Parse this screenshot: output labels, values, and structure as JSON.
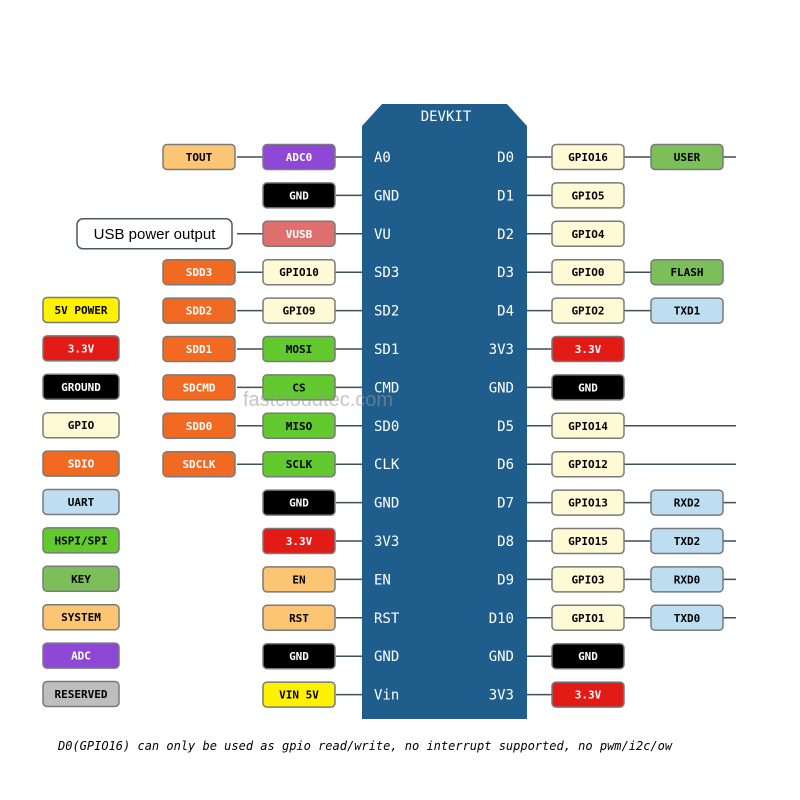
{
  "colors": {
    "board": "#1F5E8C",
    "light": "#FFFAD6",
    "gnd": "#000000",
    "v33": "#E31B16",
    "power": "#FFF200",
    "sdio": "#F26A21",
    "uart": "#BDDDF1",
    "spi": "#62C92F",
    "key": "#7BBE5A",
    "system": "#FCC573",
    "adc": "#8F48D6",
    "reserved": "#BEBEBE",
    "vusb": "#E07070"
  },
  "board": {
    "title": "DEVKIT",
    "left_pins": [
      "A0",
      "GND",
      "VU",
      "SD3",
      "SD2",
      "SD1",
      "CMD",
      "SD0",
      "CLK",
      "GND",
      "3V3",
      "EN",
      "RST",
      "GND",
      "Vin"
    ],
    "right_pins": [
      "D0",
      "D1",
      "D2",
      "D3",
      "D4",
      "3V3",
      "GND",
      "D5",
      "D6",
      "D7",
      "D8",
      "D9",
      "D10",
      "GND",
      "3V3"
    ]
  },
  "left_inner": [
    {
      "text": "ADC0",
      "c": "adc"
    },
    {
      "text": "GND",
      "c": "gnd"
    },
    {
      "text": "VUSB",
      "c": "vusb"
    },
    {
      "text": "GPIO10",
      "c": "light"
    },
    {
      "text": "GPIO9",
      "c": "light"
    },
    {
      "text": "MOSI",
      "c": "spi"
    },
    {
      "text": "CS",
      "c": "spi"
    },
    {
      "text": "MISO",
      "c": "spi"
    },
    {
      "text": "SCLK",
      "c": "spi"
    },
    {
      "text": "GND",
      "c": "gnd"
    },
    {
      "text": "3.3V",
      "c": "v33"
    },
    {
      "text": "EN",
      "c": "system"
    },
    {
      "text": "RST",
      "c": "system"
    },
    {
      "text": "GND",
      "c": "gnd"
    },
    {
      "text": "VIN 5V",
      "c": "power"
    }
  ],
  "left_outer": [
    {
      "row": 0,
      "text": "TOUT",
      "c": "system"
    },
    {
      "row": 3,
      "text": "SDD3",
      "c": "sdio"
    },
    {
      "row": 4,
      "text": "SDD2",
      "c": "sdio"
    },
    {
      "row": 5,
      "text": "SDD1",
      "c": "sdio"
    },
    {
      "row": 6,
      "text": "SDCMD",
      "c": "sdio"
    },
    {
      "row": 7,
      "text": "SDD0",
      "c": "sdio"
    },
    {
      "row": 8,
      "text": "SDCLK",
      "c": "sdio"
    }
  ],
  "usb_label": "USB power output",
  "right_inner": [
    {
      "text": "GPIO16",
      "c": "light"
    },
    {
      "text": "GPIO5",
      "c": "light"
    },
    {
      "text": "GPIO4",
      "c": "light"
    },
    {
      "text": "GPIO0",
      "c": "light"
    },
    {
      "text": "GPIO2",
      "c": "light"
    },
    {
      "text": "3.3V",
      "c": "v33"
    },
    {
      "text": "GND",
      "c": "gnd"
    },
    {
      "text": "GPIO14",
      "c": "light"
    },
    {
      "text": "GPIO12",
      "c": "light"
    },
    {
      "text": "GPIO13",
      "c": "light"
    },
    {
      "text": "GPIO15",
      "c": "light"
    },
    {
      "text": "GPIO3",
      "c": "light"
    },
    {
      "text": "GPIO1",
      "c": "light"
    },
    {
      "text": "GND",
      "c": "gnd"
    },
    {
      "text": "3.3V",
      "c": "v33"
    }
  ],
  "right_outer": [
    {
      "row": 0,
      "text": "USER",
      "c": "key"
    },
    {
      "row": 3,
      "text": "FLASH",
      "c": "key"
    },
    {
      "row": 4,
      "text": "TXD1",
      "c": "uart"
    },
    {
      "row": 9,
      "text": "RXD2",
      "c": "uart"
    },
    {
      "row": 10,
      "text": "TXD2",
      "c": "uart"
    },
    {
      "row": 11,
      "text": "RXD0",
      "c": "uart"
    },
    {
      "row": 12,
      "text": "TXD0",
      "c": "uart"
    }
  ],
  "right_lines_to_edge": [
    0,
    7,
    8,
    9,
    10,
    11,
    12
  ],
  "legend": [
    {
      "text": "5V POWER",
      "c": "power"
    },
    {
      "text": "3.3V",
      "c": "v33"
    },
    {
      "text": "GROUND",
      "c": "gnd"
    },
    {
      "text": "GPIO",
      "c": "light"
    },
    {
      "text": "SDIO",
      "c": "sdio"
    },
    {
      "text": "UART",
      "c": "uart"
    },
    {
      "text": "HSPI/SPI",
      "c": "spi"
    },
    {
      "text": "KEY",
      "c": "key"
    },
    {
      "text": "SYSTEM",
      "c": "system"
    },
    {
      "text": "ADC",
      "c": "adc"
    },
    {
      "text": "RESERVED",
      "c": "reserved"
    }
  ],
  "note": "D0(GPIO16) can only be used as gpio read/write, no interrupt supported, no pwm/i2c/ow",
  "watermark": "fastcloudtec.com"
}
